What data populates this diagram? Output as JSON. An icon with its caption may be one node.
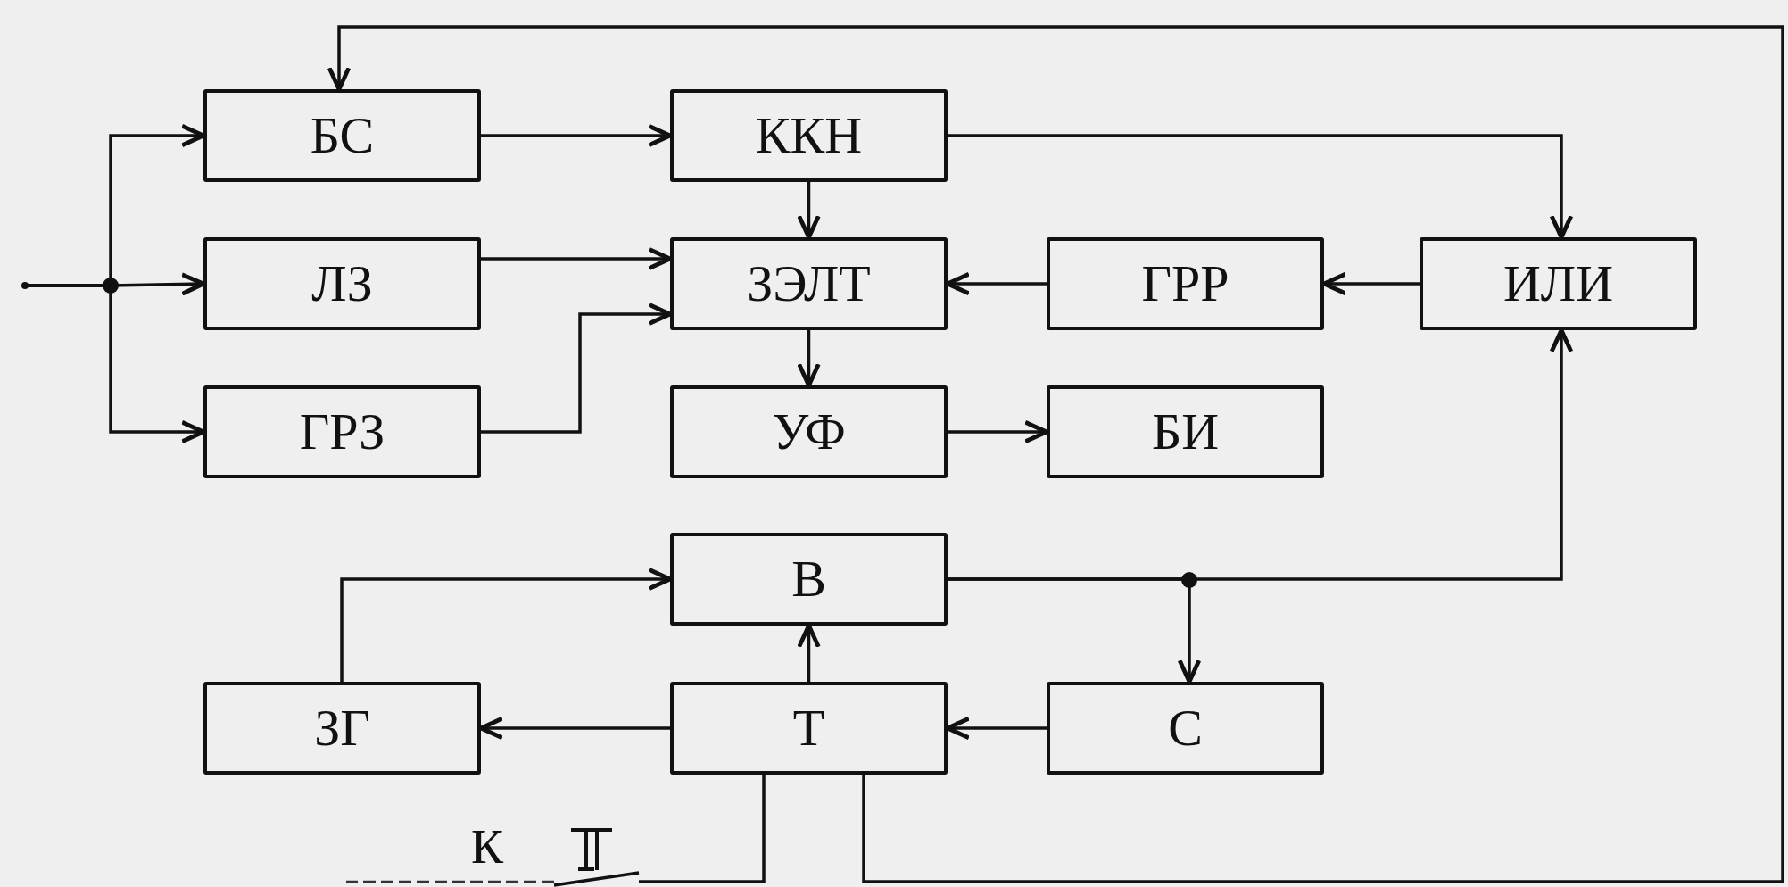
{
  "diagram": {
    "nodes": [
      {
        "text": [
          "БС"
        ]
      },
      {
        "text": [
          "ККН"
        ]
      },
      {
        "text": [
          "ЛЗ"
        ]
      },
      {
        "text": [
          "ЗЭЛТ"
        ]
      },
      {
        "text": [
          "ГРР"
        ]
      },
      {
        "text": [
          "ИЛИ"
        ]
      },
      {
        "text": [
          "ГРЗ"
        ]
      },
      {
        "text": [
          "УФ"
        ]
      },
      {
        "text": [
          "БИ"
        ]
      },
      {
        "text": [
          "В"
        ]
      },
      {
        "text": [
          "ЗГ"
        ]
      },
      {
        "text": [
          "Т"
        ]
      },
      {
        "text": [
          "С"
        ]
      }
    ],
    "edges": [
      {
        "from": null,
        "to": 0,
        "arrow": "to"
      },
      {
        "from": null,
        "to": 2,
        "arrow": "to"
      },
      {
        "from": null,
        "to": 6,
        "arrow": "to"
      },
      {
        "from": 0,
        "to": 1,
        "arrow": "to"
      },
      {
        "from": 1,
        "to": 3,
        "arrow": "to"
      },
      {
        "from": 2,
        "to": 3,
        "arrow": "to"
      },
      {
        "from": 6,
        "to": 3,
        "arrow": "to"
      },
      {
        "from": 4,
        "to": 3,
        "arrow": "to"
      },
      {
        "from": 5,
        "to": 4,
        "arrow": "to"
      },
      {
        "from": 1,
        "to": 5,
        "arrow": "to"
      },
      {
        "from": 3,
        "to": 7,
        "arrow": "to"
      },
      {
        "from": 7,
        "to": 8,
        "arrow": "to"
      },
      {
        "from": 9,
        "to": 5,
        "arrow": "to"
      },
      {
        "from": 9,
        "to": 12,
        "arrow": "to"
      },
      {
        "from": 10,
        "to": 9,
        "arrow": "to"
      },
      {
        "from": 11,
        "to": 9,
        "arrow": "to"
      },
      {
        "from": 11,
        "to": 10,
        "arrow": "to"
      },
      {
        "from": 12,
        "to": 11,
        "arrow": "to"
      },
      {
        "from": 11,
        "to": 0,
        "arrow": "to"
      },
      {
        "from": 11,
        "to": null,
        "arrow": "none"
      }
    ],
    "labels": [
      "К"
    ]
  }
}
